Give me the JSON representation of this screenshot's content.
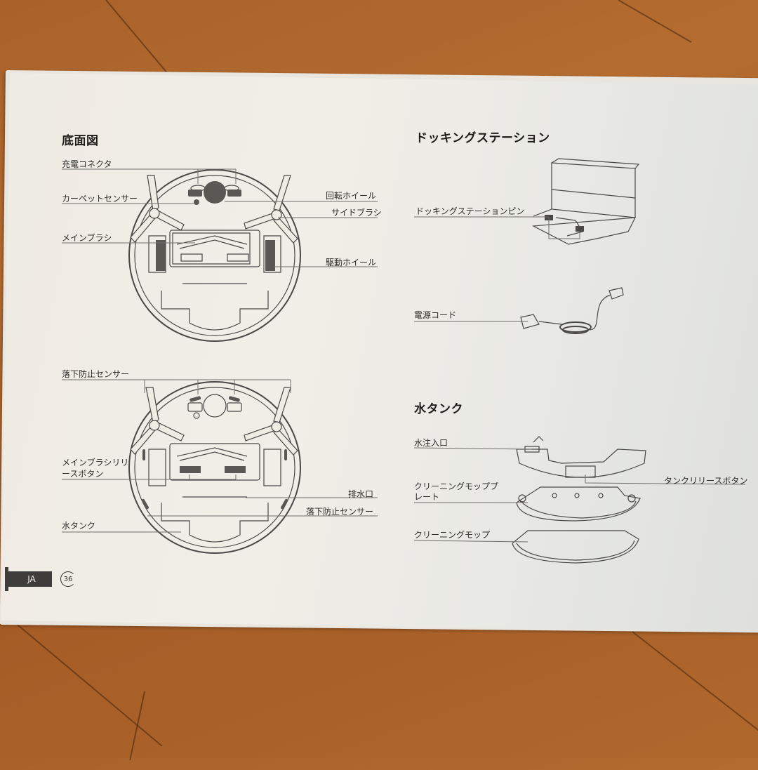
{
  "page": {
    "language_tab": "JA",
    "page_number": "36"
  },
  "bottom_view": {
    "title": "底面図",
    "top_diagram_labels": {
      "charging_connector": "充電コネクタ",
      "carpet_sensor": "カーペットセンサー",
      "main_brush": "メインブラシ",
      "swivel_wheel": "回転ホイール",
      "side_brush": "サイドブラシ",
      "drive_wheel": "駆動ホイール"
    },
    "bottom_diagram_labels": {
      "cliff_sensor_top": "落下防止センサー",
      "main_brush_release_line1": "メインブラシリリ",
      "main_brush_release_line2": "ースボタン",
      "water_tank": "水タンク",
      "drain_port": "排水口",
      "cliff_sensor_right": "落下防止センサー"
    }
  },
  "docking_station": {
    "title": "ドッキングステーション",
    "labels": {
      "docking_pins": "ドッキングステーションピン",
      "power_cord": "電源コード"
    }
  },
  "water_tank_section": {
    "title": "水タンク",
    "labels": {
      "water_inlet": "水注入口",
      "tank_release_button": "タンクリリースボタン",
      "mop_plate_line1": "クリーニングモッププ",
      "mop_plate_line2": "レート",
      "cleaning_mop": "クリーニングモップ"
    }
  },
  "colors": {
    "paper": "#efece4",
    "ink": "#2d2b29",
    "wood": "#a9622a",
    "tab_bg": "#3f3d3b"
  }
}
